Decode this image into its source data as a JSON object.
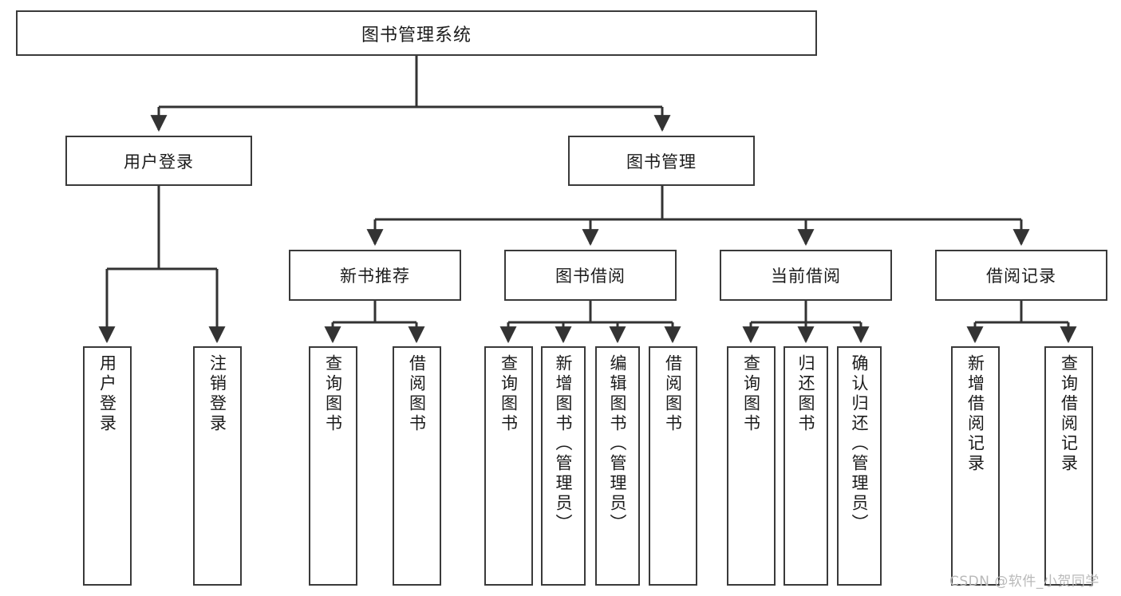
{
  "diagram": {
    "type": "tree-hierarchy-flowchart",
    "title": "图书管理系统",
    "watermark": "CSDN @软件_小贺同学",
    "colors": {
      "box_border": "#3a3a3a",
      "box_fill": "#ffffff",
      "connector": "#333333",
      "text": "#1b1b1b",
      "watermark": "#b9b9b9",
      "background": "#ffffff"
    },
    "levels": [
      {
        "level": 1,
        "nodes": [
          {
            "id": "root",
            "label": "图书管理系统",
            "orientation": "horizontal"
          }
        ]
      },
      {
        "level": 2,
        "nodes": [
          {
            "id": "user-login",
            "label": "用户登录",
            "orientation": "horizontal",
            "parent": "root"
          },
          {
            "id": "book-manage",
            "label": "图书管理",
            "orientation": "horizontal",
            "parent": "root"
          }
        ]
      },
      {
        "level": 3,
        "nodes": [
          {
            "id": "new-book-recommend",
            "label": "新书推荐",
            "orientation": "horizontal",
            "parent": "book-manage"
          },
          {
            "id": "book-borrow",
            "label": "图书借阅",
            "orientation": "horizontal",
            "parent": "book-manage"
          },
          {
            "id": "current-borrow",
            "label": "当前借阅",
            "orientation": "horizontal",
            "parent": "book-manage"
          },
          {
            "id": "borrow-record",
            "label": "借阅记录",
            "orientation": "horizontal",
            "parent": "book-manage"
          }
        ]
      },
      {
        "level": 4,
        "nodes": [
          {
            "id": "leaf-user-login",
            "label": "用户登录",
            "orientation": "vertical",
            "parent": "user-login"
          },
          {
            "id": "leaf-user-logout",
            "label": "注销登录",
            "orientation": "vertical",
            "parent": "user-login"
          },
          {
            "id": "leaf-query-book-1",
            "label": "查询图书",
            "orientation": "vertical",
            "parent": "new-book-recommend"
          },
          {
            "id": "leaf-borrow-book-1",
            "label": "借阅图书",
            "orientation": "vertical",
            "parent": "new-book-recommend"
          },
          {
            "id": "leaf-query-book-2",
            "label": "查询图书",
            "orientation": "vertical",
            "parent": "book-borrow"
          },
          {
            "id": "leaf-add-book",
            "label": "新增图书（管理员）",
            "orientation": "vertical",
            "parent": "book-borrow"
          },
          {
            "id": "leaf-edit-book",
            "label": "编辑图书（管理员）",
            "orientation": "vertical",
            "parent": "book-borrow"
          },
          {
            "id": "leaf-borrow-book-2",
            "label": "借阅图书",
            "orientation": "vertical",
            "parent": "book-borrow"
          },
          {
            "id": "leaf-query-book-3",
            "label": "查询图书",
            "orientation": "vertical",
            "parent": "current-borrow"
          },
          {
            "id": "leaf-return-book",
            "label": "归还图书",
            "orientation": "vertical",
            "parent": "current-borrow"
          },
          {
            "id": "leaf-confirm-return",
            "label": "确认归还（管理员）",
            "orientation": "vertical",
            "parent": "current-borrow"
          },
          {
            "id": "leaf-add-record",
            "label": "新增借阅记录",
            "orientation": "vertical",
            "parent": "borrow-record"
          },
          {
            "id": "leaf-query-record",
            "label": "查询借阅记录",
            "orientation": "vertical",
            "parent": "borrow-record"
          }
        ]
      }
    ]
  }
}
